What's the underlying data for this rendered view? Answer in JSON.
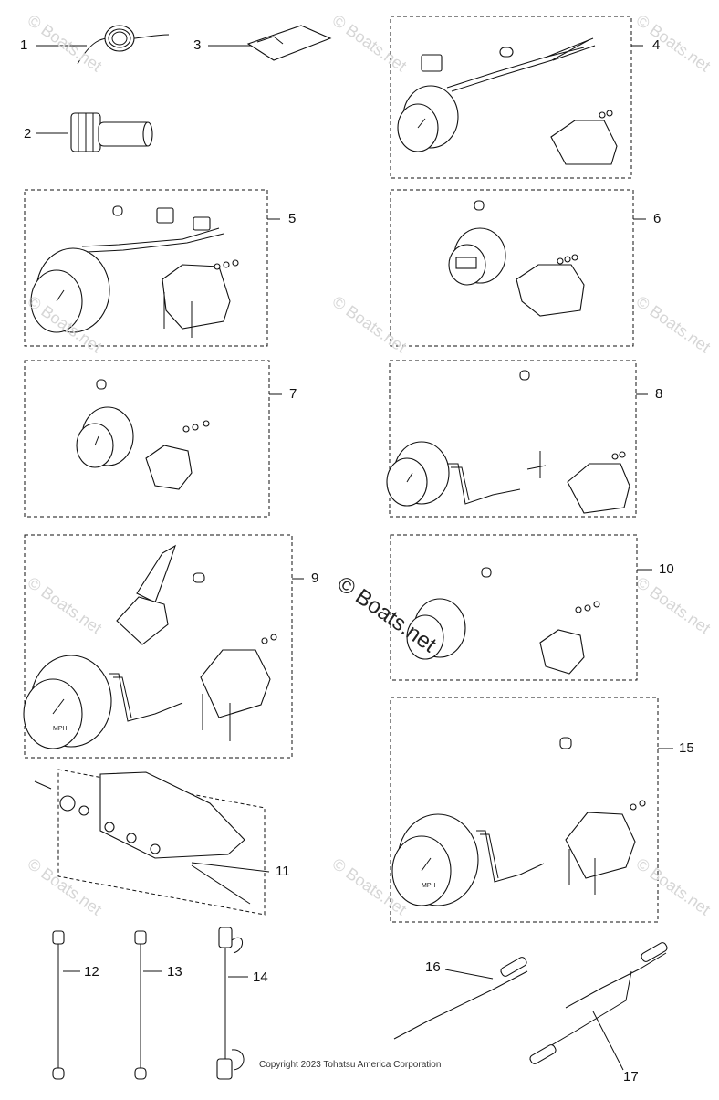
{
  "labels": [
    "1",
    "2",
    "3",
    "4",
    "5",
    "6",
    "7",
    "8",
    "9",
    "10",
    "11",
    "12",
    "13",
    "14",
    "15",
    "16",
    "17"
  ],
  "watermark": "© Boats.net",
  "center_watermark": "© Boats.net",
  "copyright": "Copyright 2023 Tohatsu America Corporation",
  "gauge_text": {
    "mph": "MPH"
  }
}
